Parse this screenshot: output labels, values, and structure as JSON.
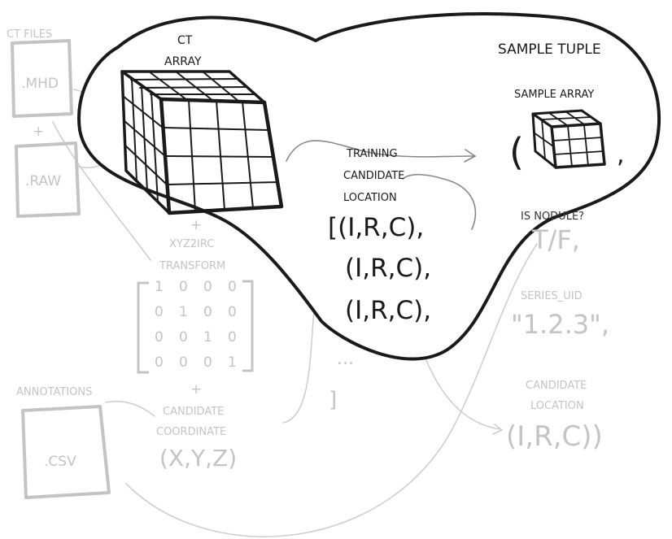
{
  "colors": {
    "ink": "#1a1a1a",
    "faded": "#c4c4c4",
    "bg": "#ffffff"
  },
  "left": {
    "ct_files_label": "CT FILES",
    "mhd_label": ".MHD",
    "plus_1": "+",
    "raw_label": ".RAW",
    "annotations_label": "ANNOTATIONS",
    "csv_label": ".CSV"
  },
  "center": {
    "plus_2": "+",
    "xyz_line1": "XYZ2IRC",
    "xyz_line2": "TRANSFORM",
    "matrix_rows": [
      [
        "1",
        "0",
        "0",
        "0"
      ],
      [
        "0",
        "1",
        "0",
        "0"
      ],
      [
        "0",
        "0",
        "1",
        "0"
      ],
      [
        "0",
        "0",
        "0",
        "1"
      ]
    ],
    "plus_3": "+",
    "cand_coord_line1": "CANDIDATE",
    "cand_coord_line2": "COORDINATE",
    "xyz_value": "(X,Y,Z)"
  },
  "blob": {
    "ct_line1": "CT",
    "ct_line2": "ARRAY",
    "training_line1": "TRAINING",
    "training_line2": "CANDIDATE",
    "training_line3": "LOCATION",
    "irc_lines": [
      "[(I,R,C),",
      "(I,R,C),",
      "(I,R,C),"
    ],
    "ellipsis": "...",
    "close_bracket": "]",
    "sample_tuple": "SAMPLE TUPLE",
    "sample_array": "SAMPLE ARRAY",
    "open_paren": "(",
    "comma": ","
  },
  "right": {
    "is_nodule": "IS NODULE?",
    "tf": "T/F,",
    "series_uid": "SERIES_UID",
    "uid_value": "\"1.2.3\",",
    "cand_loc_line1": "CANDIDATE",
    "cand_loc_line2": "LOCATION",
    "cand_loc_value": "(I,R,C))"
  }
}
